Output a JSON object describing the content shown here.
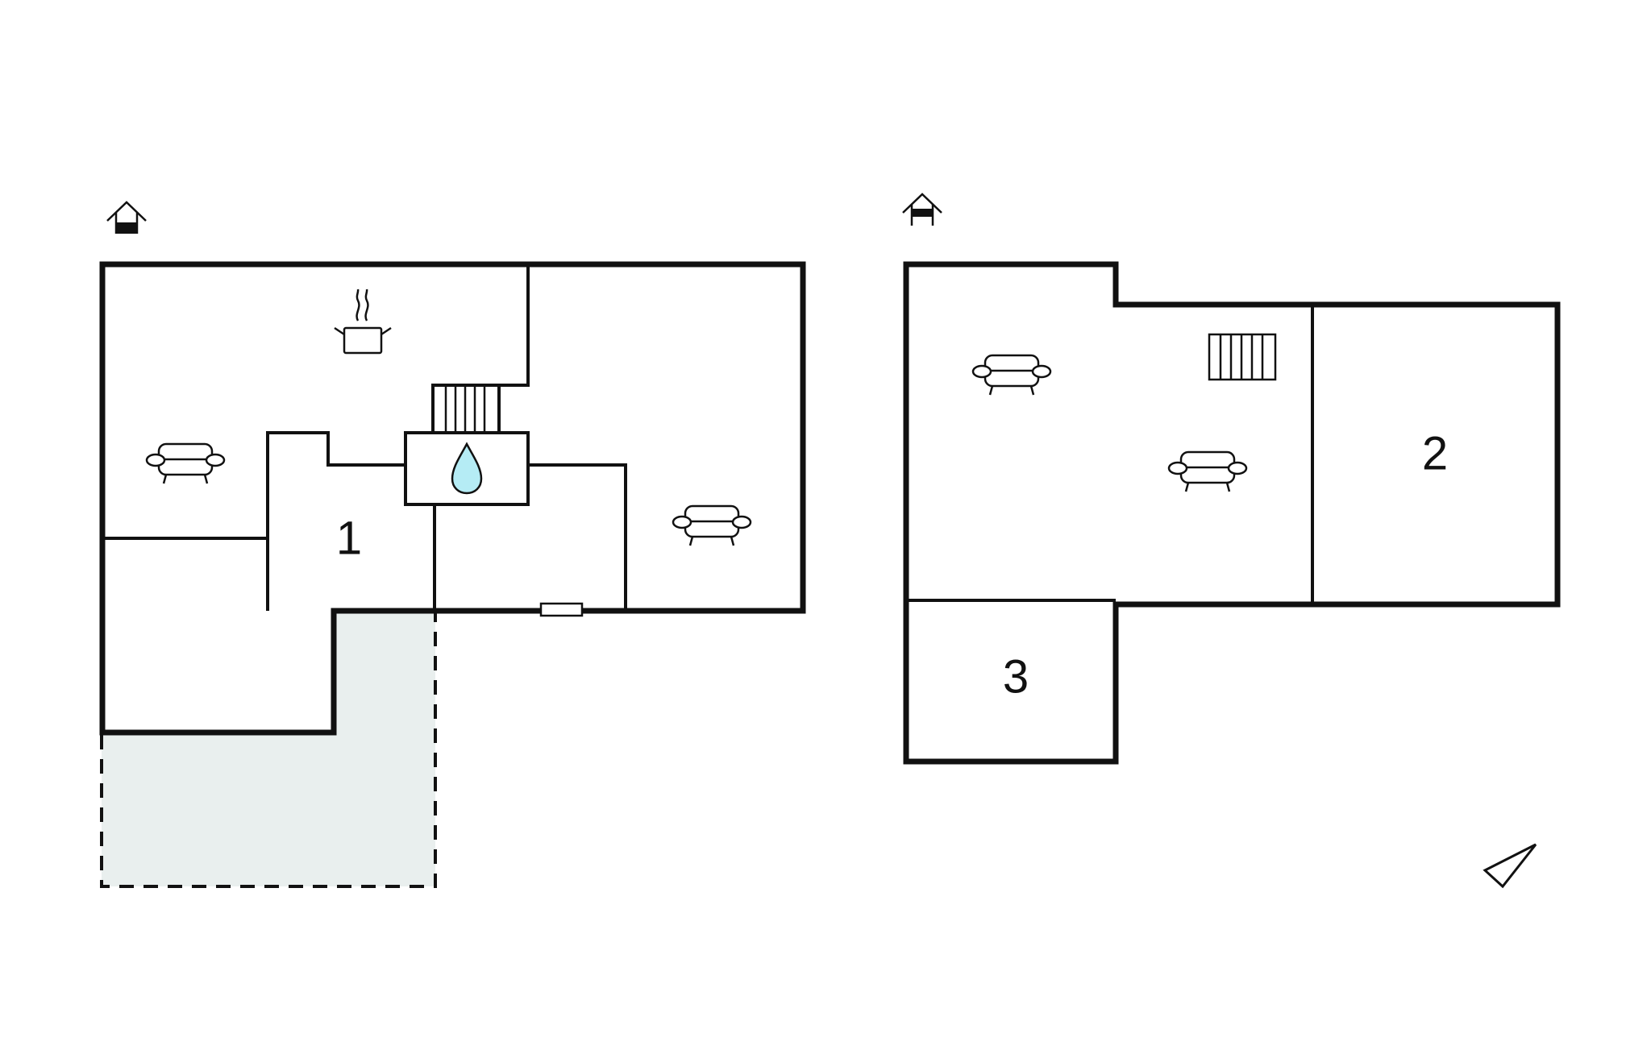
{
  "colors": {
    "wall": "#111111",
    "terrace": "#e9efee",
    "water": "#b5ecf5",
    "background": "#ffffff"
  },
  "icons": [
    "floor-level-icon",
    "sofa-icon",
    "kitchen-pot-icon",
    "stairs-icon",
    "bathroom-water-drop-icon",
    "north-compass-icon"
  ],
  "floors": [
    {
      "name": "ground-floor",
      "rooms": [
        {
          "number": "1"
        }
      ]
    },
    {
      "name": "upper-floor",
      "rooms": [
        {
          "number": "2"
        },
        {
          "number": "3"
        }
      ]
    }
  ]
}
